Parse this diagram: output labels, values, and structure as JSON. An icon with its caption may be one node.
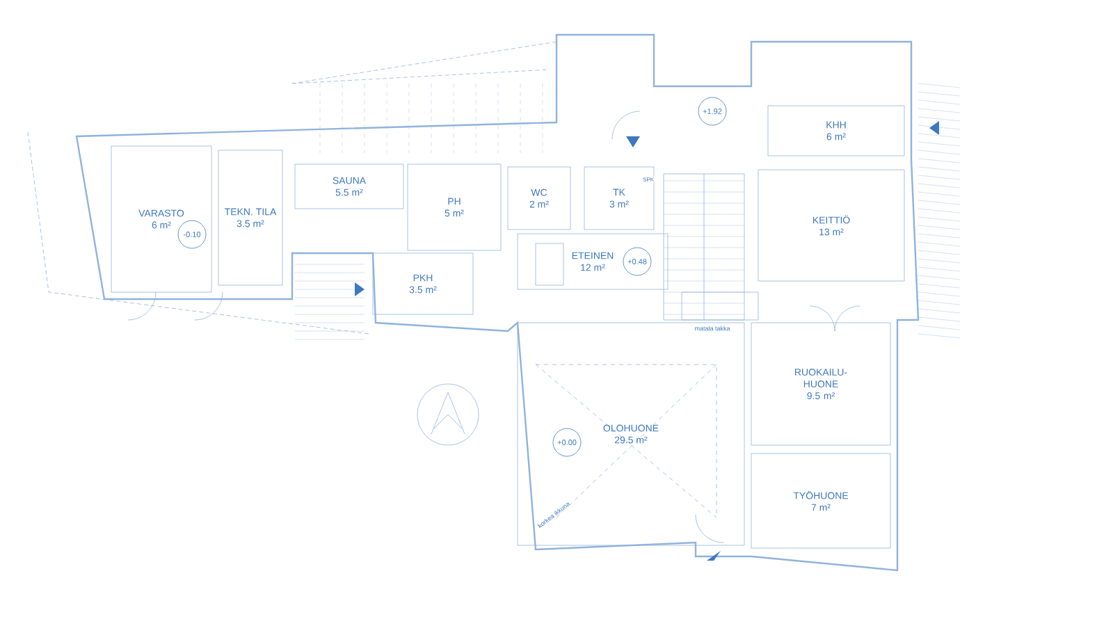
{
  "diagram": {
    "nodes": [
      {
        "text": [
          "VARASTO",
          "6 m²"
        ]
      },
      {
        "text": [
          "-0.10"
        ],
        "in": 0
      },
      {
        "text": [
          "TEKN. TILA",
          "3.5 m²"
        ]
      },
      {
        "text": [
          "SAUNA",
          "5.5 m²"
        ]
      },
      {
        "text": [
          "PH",
          "5 m²"
        ]
      },
      {
        "text": [
          "WC",
          "2 m²"
        ]
      },
      {
        "text": [
          "TK",
          "3 m²"
        ]
      },
      {
        "text": [
          "+1.92"
        ]
      },
      {
        "text": [
          "KHH",
          "6 m²"
        ]
      },
      {
        "text": [
          "KEITTIÖ",
          "13 m²"
        ]
      },
      {
        "text": [
          "PKH",
          "3.5 m²"
        ]
      },
      {
        "text": [
          "ETEINEN",
          "12 m²"
        ]
      },
      {
        "text": [
          "+0.48"
        ],
        "in": 11
      },
      {
        "text": [
          "OLOHUONE",
          "29.5 m²"
        ]
      },
      {
        "text": [
          "+0.00"
        ],
        "in": 13
      },
      {
        "text": [
          "RUOKAILU-HUONE",
          "9.5 m²"
        ]
      },
      {
        "text": [
          "TYÖHUONE",
          "7 m²"
        ]
      }
    ],
    "labels": [
      "SPK",
      "matala takka",
      "korkea ikkuna"
    ]
  }
}
